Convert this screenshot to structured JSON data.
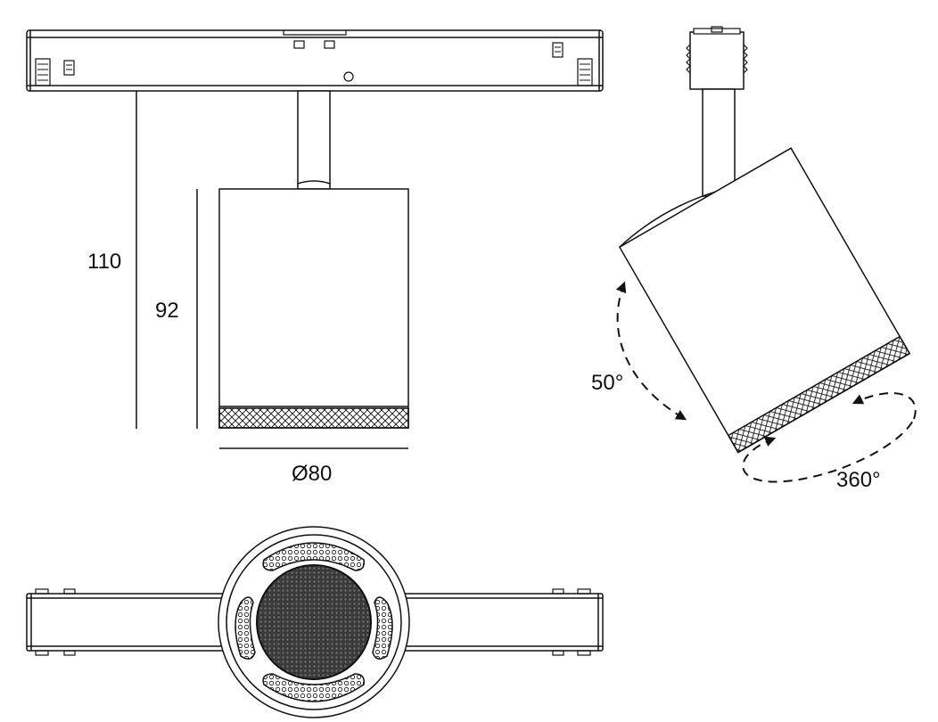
{
  "dimensions": {
    "overall_height": "110",
    "head_height": "92",
    "diameter": "Ø80",
    "tilt_angle": "50°",
    "rotation_angle": "360°"
  },
  "colors": {
    "stroke": "#111111",
    "background": "#ffffff"
  }
}
